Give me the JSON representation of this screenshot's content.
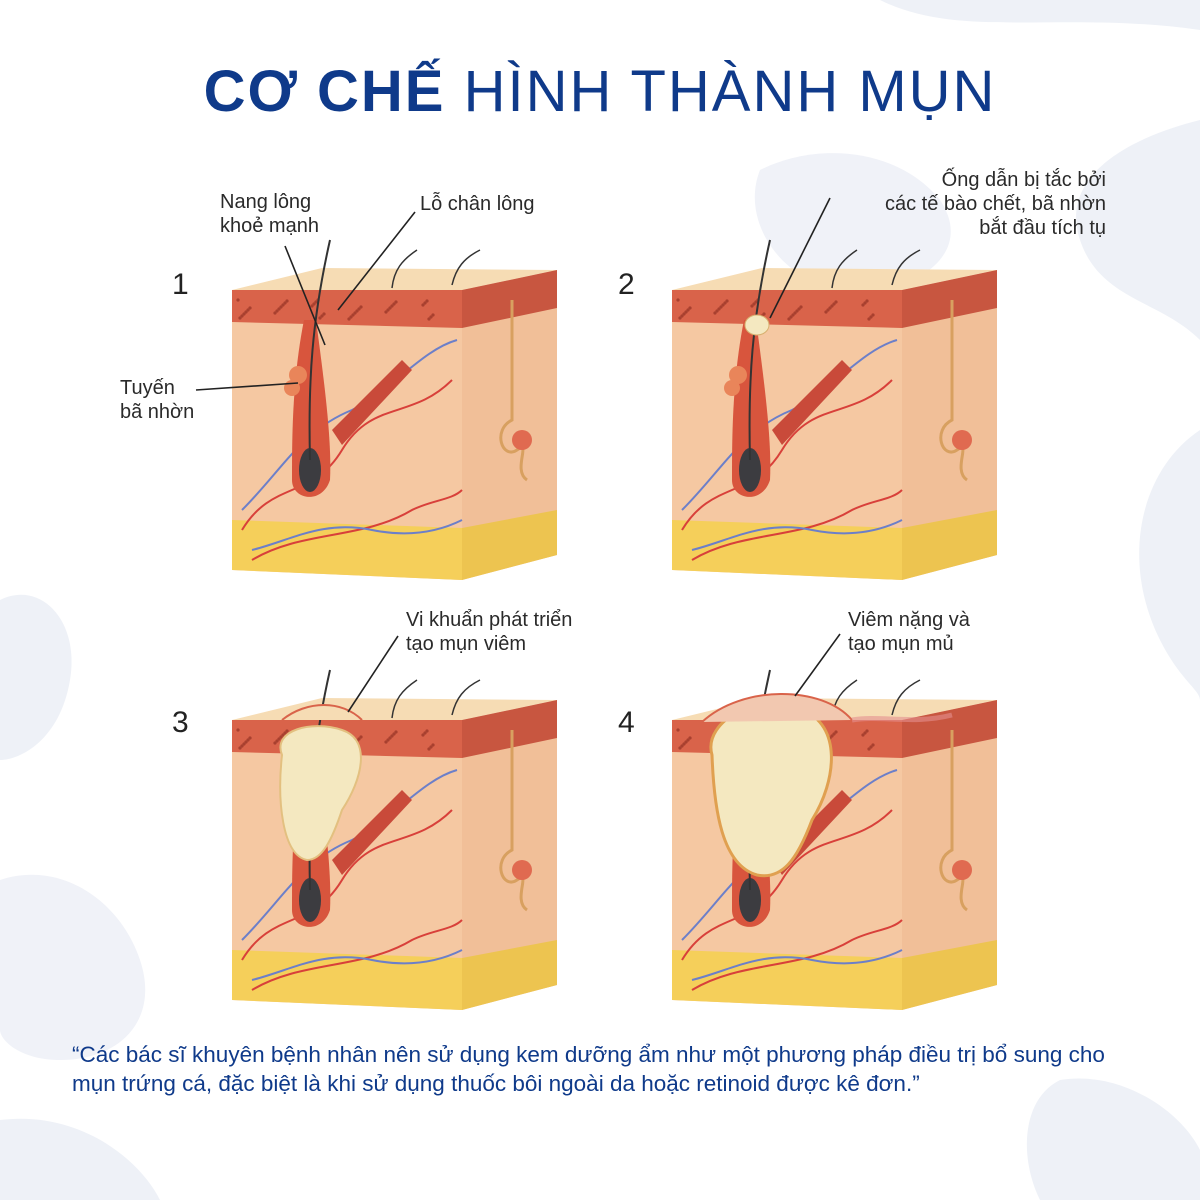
{
  "title": {
    "bold": "CƠ CHẾ",
    "regular": "HÌNH THÀNH MỤN"
  },
  "colors": {
    "title": "#0f3a8a",
    "skin_top": "#f6dcb4",
    "epidermis": "#d9634a",
    "dermis": "#f5c8a2",
    "fat": "#f5cf5a",
    "vessel_red": "#d8403a",
    "vessel_blue": "#6c7fc9",
    "pus": "#f4e8c0"
  },
  "panels": [
    {
      "number": "1",
      "stage": 1,
      "labels": [
        {
          "text": "Nang lông\nkhoẻ mạnh"
        },
        {
          "text": "Lỗ chân lông"
        },
        {
          "text": "Tuyến\nbã nhờn"
        }
      ]
    },
    {
      "number": "2",
      "stage": 2,
      "labels": [
        {
          "text": "Ống dẫn bị tắc bởi\ncác tế bào chết, bã nhờn\nbắt đầu tích tụ"
        }
      ]
    },
    {
      "number": "3",
      "stage": 3,
      "labels": [
        {
          "text": "Vi khuẩn phát triển\ntạo mụn viêm"
        }
      ]
    },
    {
      "number": "4",
      "stage": 4,
      "labels": [
        {
          "text": "Viêm nặng và\ntạo mụn mủ"
        }
      ]
    }
  ],
  "quote": "“Các bác sĩ khuyên bệnh nhân nên sử dụng kem dưỡng ẩm như một phương pháp điều trị bổ sung cho mụn trứng cá, đặc biệt là khi sử dụng thuốc bôi ngoài da hoặc retinoid được kê đơn.”"
}
